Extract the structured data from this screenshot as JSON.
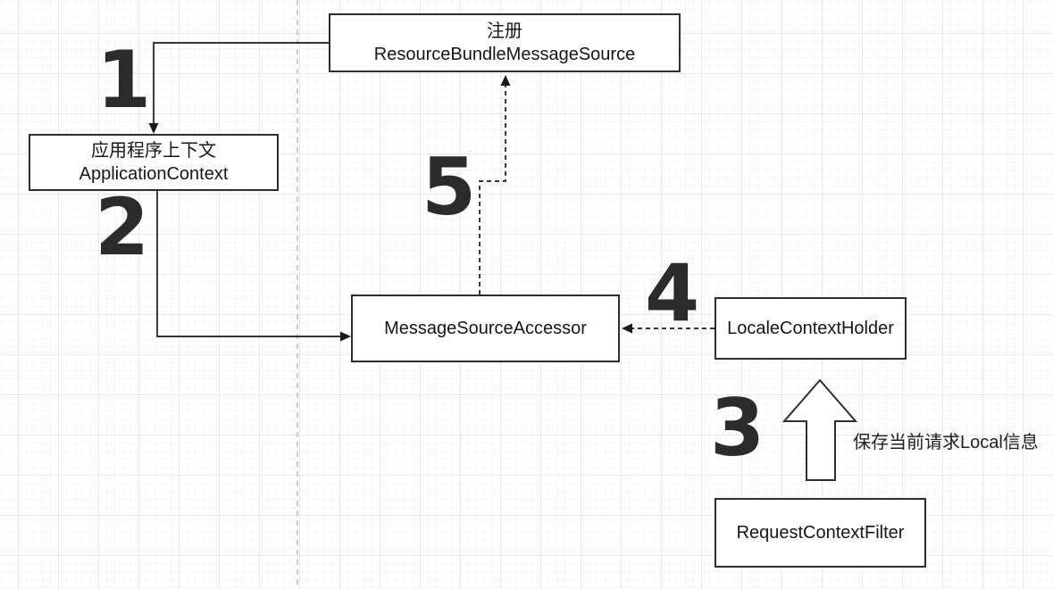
{
  "diagram": {
    "boxes": {
      "resource": {
        "line1": "注册",
        "line2": "ResourceBundleMessageSource"
      },
      "app": {
        "line1": "应用程序上下文",
        "line2": "ApplicationContext"
      },
      "msa": {
        "label": "MessageSourceAccessor"
      },
      "lch": {
        "label": "LocaleContextHolder"
      },
      "rcf": {
        "label": "RequestContextFilter"
      }
    },
    "steps": {
      "s1": "1",
      "s2": "2",
      "s3": "3",
      "s4": "4",
      "s5": "5"
    },
    "annotations": {
      "save_locale_note": "保存当前请求Local信息"
    },
    "colors": {
      "box_border": "#2e2e2e",
      "arrow": "#1a1a1a",
      "number": "#2b2b2b",
      "divider": "#b3b3b3",
      "grid_major": "#e9e9e9",
      "grid_minor": "#f6f6f6",
      "background": "#ffffff"
    }
  }
}
